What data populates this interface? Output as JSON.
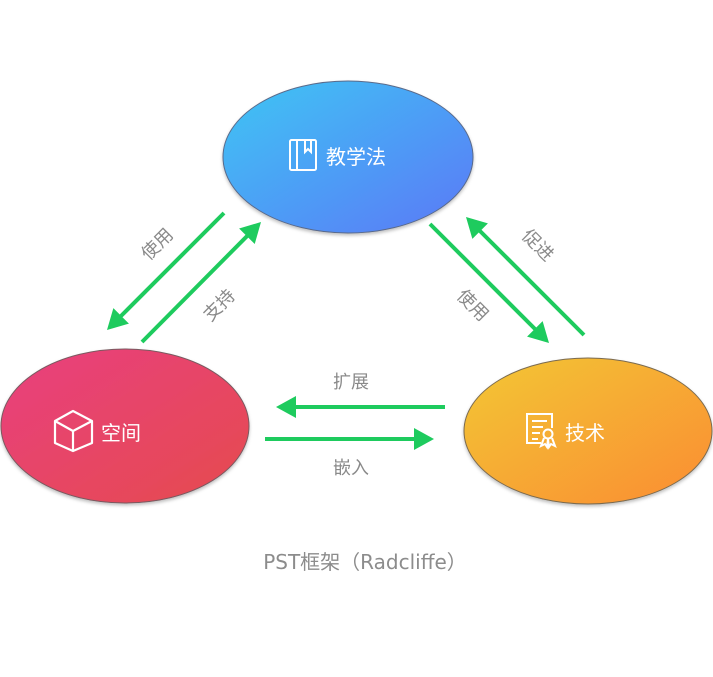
{
  "diagram": {
    "title": "PST框架（Radcliffe）",
    "nodes": {
      "pedagogy": {
        "label": "教学法",
        "icon": "book-icon",
        "gradient": [
          "#3ec6f4",
          "#5b78f7"
        ]
      },
      "space": {
        "label": "空间",
        "icon": "cube-icon",
        "gradient": [
          "#e8407f",
          "#e64a4e"
        ]
      },
      "technology": {
        "label": "技术",
        "icon": "certificate-icon",
        "gradient": [
          "#f2c734",
          "#fb8c33"
        ]
      }
    },
    "edges": {
      "pedagogy_to_space": {
        "from": "教学法",
        "to": "空间",
        "label": "使用"
      },
      "space_to_pedagogy": {
        "from": "空间",
        "to": "教学法",
        "label": "支持"
      },
      "pedagogy_to_technology": {
        "from": "教学法",
        "to": "技术",
        "label": "使用"
      },
      "technology_to_pedagogy": {
        "from": "技术",
        "to": "教学法",
        "label": "促进"
      },
      "technology_to_space": {
        "from": "技术",
        "to": "空间",
        "label": "扩展"
      },
      "space_to_technology": {
        "from": "空间",
        "to": "技术",
        "label": "嵌入"
      }
    },
    "colors": {
      "arrow": "#1ecb5e",
      "edge_label": "#8a8a8a",
      "caption": "#8c8c8c"
    }
  }
}
